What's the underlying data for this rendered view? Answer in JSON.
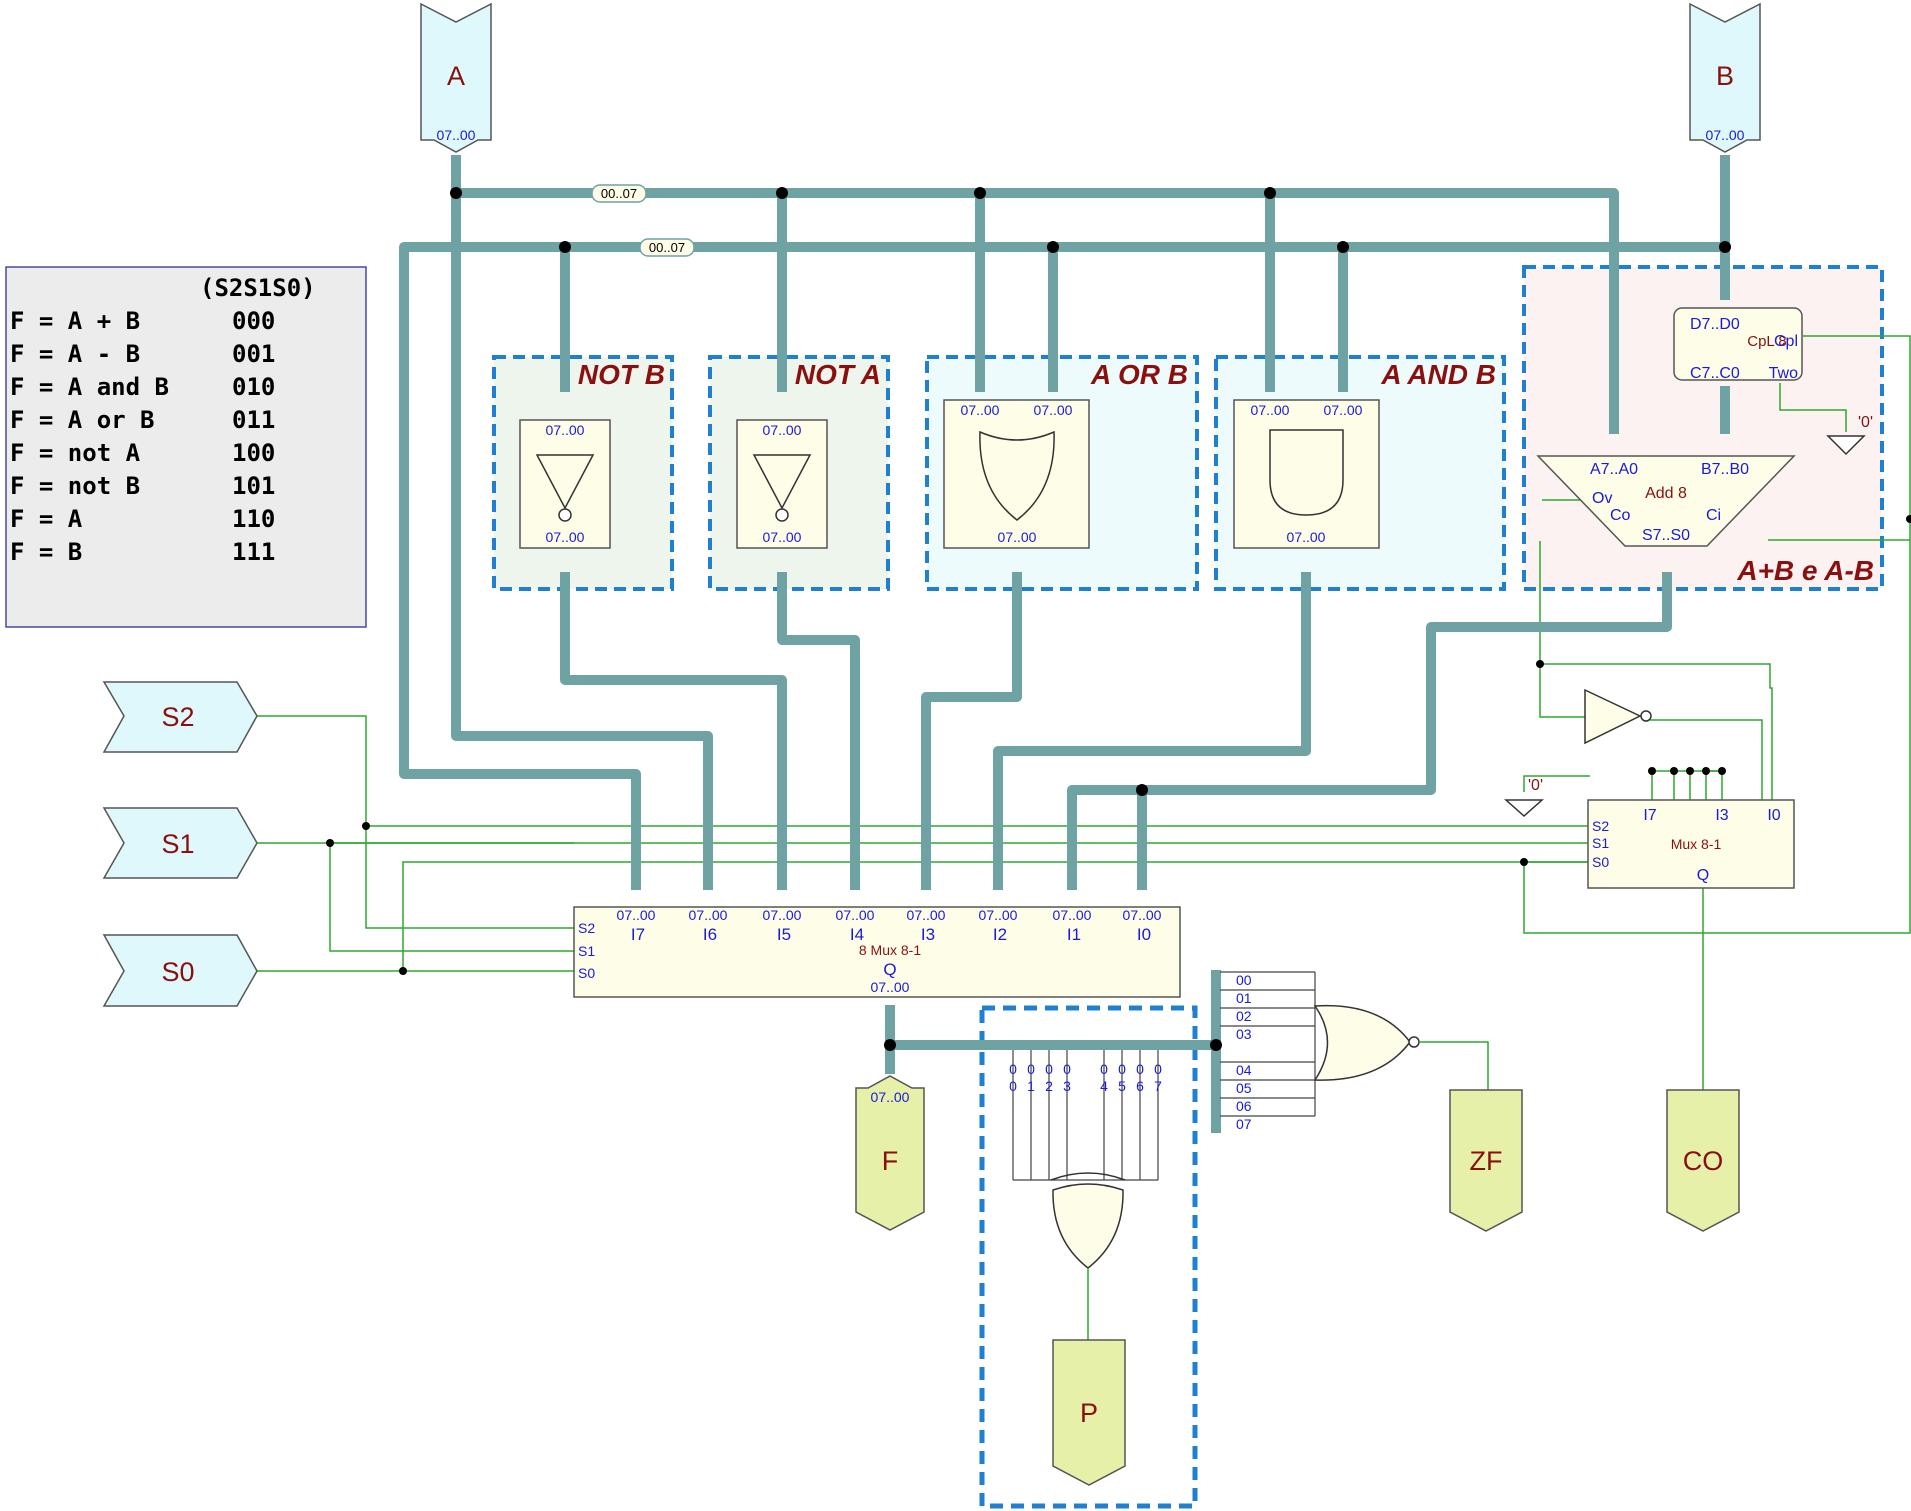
{
  "truth_table": {
    "header": "(S2S1S0)",
    "rows": [
      {
        "func": "F = A + B",
        "code": "000"
      },
      {
        "func": "F = A - B",
        "code": "001"
      },
      {
        "func": "F = A and B",
        "code": "010"
      },
      {
        "func": "F = A or B",
        "code": "011"
      },
      {
        "func": "F = not A",
        "code": "100"
      },
      {
        "func": "F = not B",
        "code": "101"
      },
      {
        "func": "F = A",
        "code": "110"
      },
      {
        "func": "F = B",
        "code": "111"
      }
    ]
  },
  "ports": {
    "a": {
      "name": "A",
      "range": "07..00"
    },
    "b": {
      "name": "B",
      "range": "07..00"
    },
    "s2": "S2",
    "s1": "S1",
    "s0": "S0",
    "f": {
      "name": "F",
      "range": "07..00"
    },
    "zf": "ZF",
    "co": "CO",
    "p": "P"
  },
  "bus_tags": [
    "00..07",
    "00..07"
  ],
  "blocks": {
    "not_b": "NOT B",
    "not_a": "NOT A",
    "a_or_b": "A OR B",
    "a_and_b": "A AND B",
    "adder": "A+B e A-B"
  },
  "pin_range": "07..00",
  "adder": {
    "title": "Add 8",
    "a": "A7..A0",
    "b": "B7..B0",
    "ov": "Ov",
    "co": "Co",
    "ci": "Ci",
    "s": "S7..S0"
  },
  "cpl": {
    "title": "CpL 8",
    "d": "D7..D0",
    "c": "C7..C0",
    "cpl": "Cpl",
    "two": "Two"
  },
  "zero_label": "'0'",
  "mux8": {
    "title": "8 Mux 8-1",
    "inputs": [
      "I7",
      "I6",
      "I5",
      "I4",
      "I3",
      "I2",
      "I1",
      "I0"
    ],
    "sel": [
      "S2",
      "S1",
      "S0"
    ],
    "q": "Q"
  },
  "mux1": {
    "title": "Mux 8-1",
    "i7": "I7",
    "i3": "I3",
    "i0": "I0",
    "sel": [
      "S2",
      "S1",
      "S0"
    ],
    "q": "Q"
  },
  "zf_bits": [
    "00",
    "01",
    "02",
    "03",
    "04",
    "05",
    "06",
    "07"
  ],
  "p_bits": [
    "0",
    "1",
    "2",
    "3",
    "4",
    "5",
    "6",
    "7"
  ],
  "p_bit_prefix": "0",
  "colors": {
    "bus": "#6fa3a3",
    "wire": "#2ea82e",
    "dash": "#1f7fd0",
    "block_label": "#8a1010",
    "pin": "#1a1ad8",
    "input_fill": "#dff8fb",
    "output_fill": "#e6f0a8",
    "chip_fill": "#fdfde8"
  }
}
